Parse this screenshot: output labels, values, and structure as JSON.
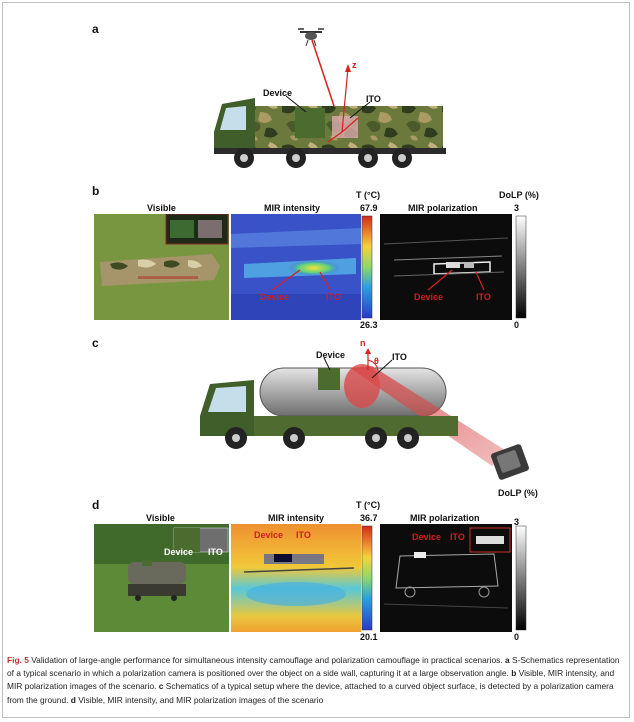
{
  "panels": {
    "a": {
      "letter": "a",
      "device_label": "Device",
      "ito_label": "ITO",
      "axis_label": "z"
    },
    "b": {
      "letter": "b",
      "visible_title": "Visible",
      "intensity_title": "MIR intensity",
      "polarization_title": "MIR polarization",
      "temp_unit": "T (°C)",
      "temp_max": "67.9",
      "temp_min": "26.3",
      "dolp_unit": "DoLP (%)",
      "dolp_max": "3",
      "dolp_min": "0",
      "device_label": "Device",
      "ito_label": "ITO"
    },
    "c": {
      "letter": "c",
      "device_label": "Device",
      "ito_label": "ITO",
      "normal_label": "n",
      "angle_label": "θ",
      "camera_label": "DoLP (%)"
    },
    "d": {
      "letter": "d",
      "visible_title": "Visible",
      "intensity_title": "MIR intensity",
      "polarization_title": "MIR polarization",
      "temp_unit": "T (°C)",
      "temp_max": "36.7",
      "temp_min": "20.1",
      "dolp_max": "3",
      "dolp_min": "0",
      "device_label": "Device",
      "ito_label": "ITO"
    }
  },
  "caption": {
    "fig": "Fig. 5",
    "text1": " Validation of large-angle performance for simultaneous intensity camouflage and polarization camouflage in practical scenarios. ",
    "a": "a",
    "text2": " S-Schematics representation of a typical scenario in which a polarization camera is positioned over the object on a side wall, capturing it at a large observation angle. ",
    "b": "b",
    "text3": " Visible, MIR intensity, and MIR polarization images of the scenario. ",
    "c": "c",
    "text4": " Schematics of a typical setup where the device, attached to a curved object surface, is detected by a polarization camera from the ground. ",
    "d": "d",
    "text5": " Visible, MIR intensity, and MIR polarization images of the scenario"
  }
}
